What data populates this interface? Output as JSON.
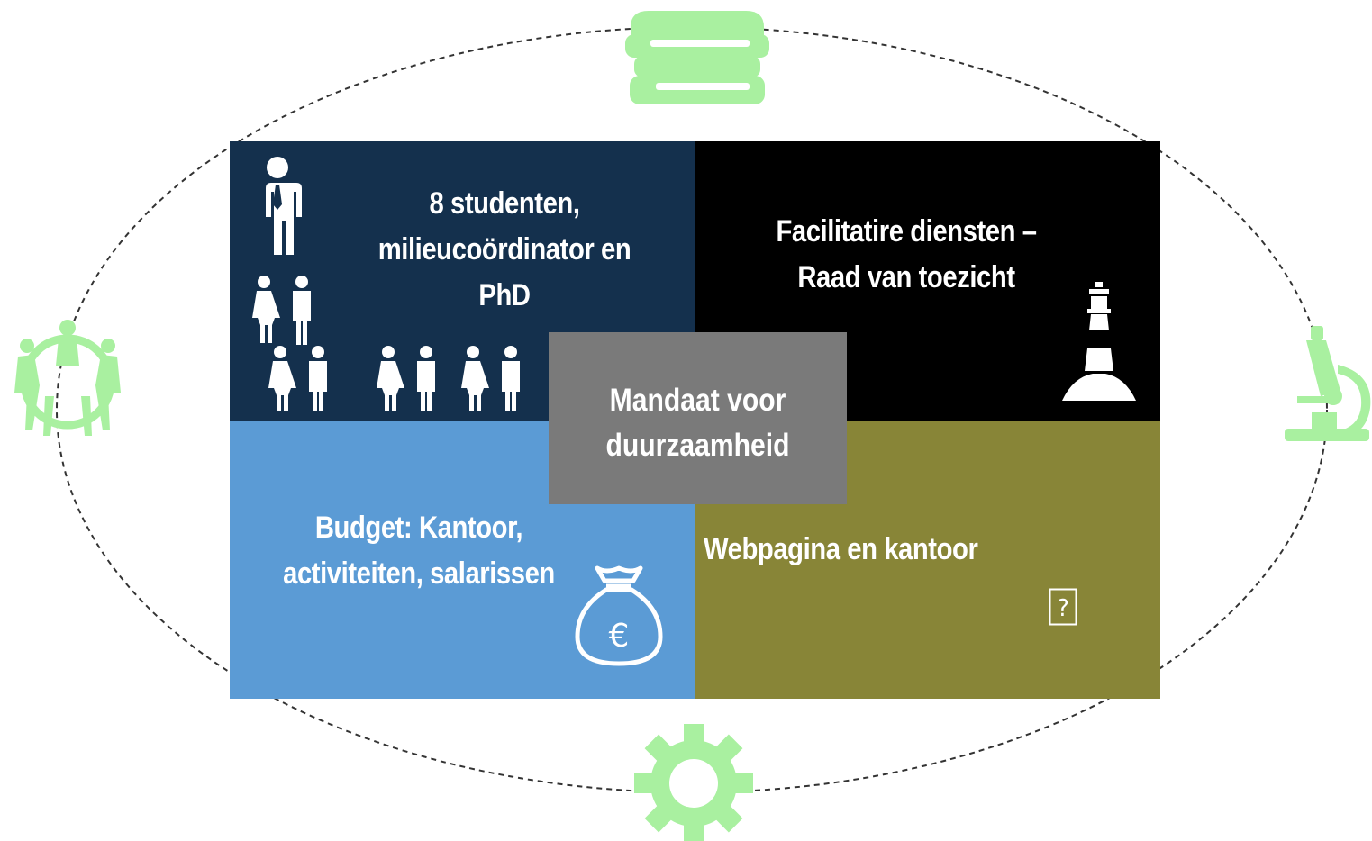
{
  "colors": {
    "top_left": "#14304d",
    "top_right": "#000000",
    "bottom_left": "#5b9bd5",
    "bottom_right": "#888537",
    "center": "#7a7a7a",
    "orbit_icons": "#a9f0a0",
    "text": "#ffffff"
  },
  "center": {
    "lines": [
      "Mandaat voor",
      "duurzaamheid"
    ]
  },
  "quadrants": {
    "top_left": {
      "lines": [
        "8 studenten,",
        "milieucoördinator en",
        "PhD"
      ],
      "icon": "people-icon"
    },
    "top_right": {
      "lines": [
        "Facilitatire  diensten –",
        "Raad van toezicht"
      ],
      "icon": "lighthouse-icon"
    },
    "bottom_left": {
      "lines": [
        "Budget: Kantoor,",
        "activiteiten,  salarissen"
      ],
      "icon": "money-bag-icon",
      "icon_symbol": "€"
    },
    "bottom_right": {
      "lines": [
        "Webpagina en kantoor"
      ],
      "icon": "missing-image-icon",
      "icon_symbol": "?"
    }
  },
  "orbit_icons": [
    "books-icon",
    "microscope-icon",
    "gear-icon",
    "community-circle-icon"
  ]
}
